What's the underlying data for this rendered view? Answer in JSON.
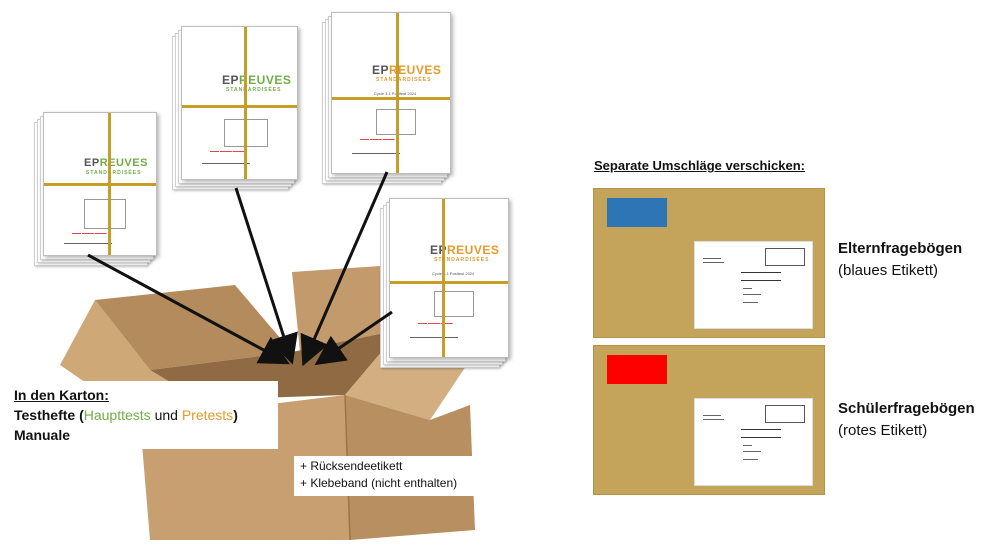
{
  "karton": {
    "heading": "In den Karton:",
    "line1_prefix": "Testhefte (",
    "haupttests": "Haupttests",
    "und": " und ",
    "pretests": "Pretests",
    "line1_suffix": ")",
    "line2": "Manuale"
  },
  "extras": {
    "line1": "+ Rücksendeetikett",
    "line2": "+ Klebeband (nicht enthalten)"
  },
  "umschlaege": {
    "heading": "Separate Umschläge verschicken:",
    "eltern_title": "Elternfragebögen",
    "eltern_sub": "(blaues Etikett)",
    "schueler_title": "Schülerfragebögen",
    "schueler_sub": "(rotes Etikett)"
  },
  "booklet": {
    "ep": "EP",
    "reuves": "REUVES",
    "stand": "STANDARDISÉES",
    "cycle": "Cycle 3.1 Posttest 2024"
  },
  "colors": {
    "haupttests": "#70ad47",
    "pretests": "#e59a2b",
    "strap": "#c79d2a",
    "envelope": "#c4a45a",
    "label_blue": "#2e75b6",
    "label_red": "#ff0000",
    "box": "#c8a479"
  }
}
